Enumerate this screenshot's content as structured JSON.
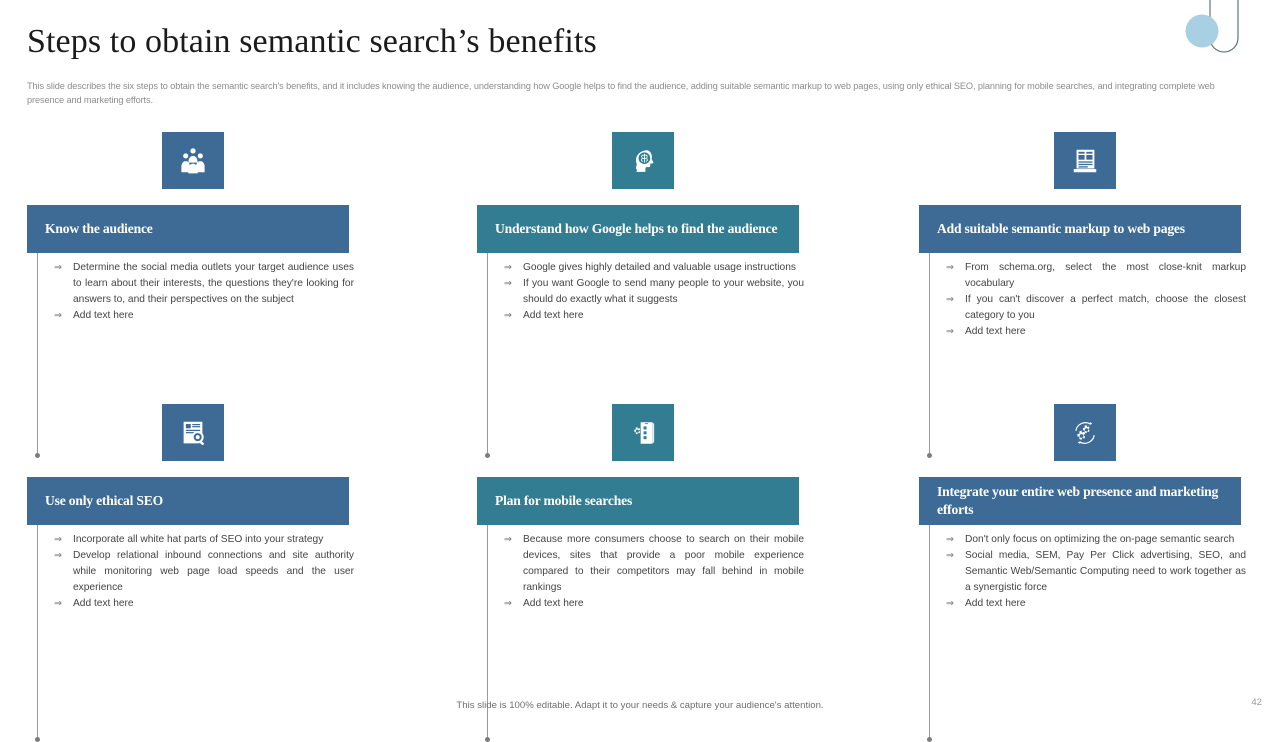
{
  "theme": {
    "blue": "#3d6b96",
    "teal": "#327d91",
    "accent_circle": "#a9cfe3",
    "ornament_stroke": "#4a6b75",
    "title_color": "#1b1b1b",
    "subtitle_color": "#8d8d8d",
    "body_color": "#444444",
    "connector_color": "#9a9a9a"
  },
  "header": {
    "title": "Steps to obtain semantic search’s benefits",
    "subtitle": "This slide describes the six steps to obtain the semantic search's benefits, and it includes knowing the audience, understanding how Google helps to find the audience, adding suitable semantic markup to web pages, using only ethical SEO,  planning for mobile searches, and integrating complete web presence and marketing efforts."
  },
  "bullet_symbol": "⇒",
  "steps": [
    {
      "icon": "people-group-icon",
      "title": "Know the audience",
      "color": "#3d6b96",
      "bullets": [
        "Determine  the social media outlets your target audience uses to learn about their interests, the questions they're looking for answers to, and their perspectives  on the subject",
        "Add text here"
      ]
    },
    {
      "icon": "brain-head-icon",
      "title": "Understand how Google helps to find the audience",
      "color": "#327d91",
      "bullets": [
        "Google gives  highly detailed and valuable  usage instructions",
        "If you want Google to send many people to your website, you should do exactly what it suggests",
        "Add text here"
      ]
    },
    {
      "icon": "web-page-markup-icon",
      "title": "Add suitable semantic markup to web pages",
      "color": "#3d6b96",
      "bullets": [
        "From  schema.org, select the most close-knit markup vocabulary",
        "If you can't discover  a perfect match, choose the closest category to you",
        "Add text here"
      ]
    },
    {
      "icon": "document-search-icon",
      "title": "Use only ethical SEO",
      "color": "#3d6b96",
      "bullets": [
        "Incorporate  all white hat parts of SEO into your strategy",
        "Develop  relational  inbound connections and site authority while  monitoring  web page load speeds and the user experience",
        "Add text here"
      ]
    },
    {
      "icon": "mobile-settings-icon",
      "title": "Plan for mobile searches",
      "color": "#327d91",
      "bullets": [
        "Because more consumers choose to search on their mobile  devices,  sites that provide  a poor mobile  experience  compared  to their competitors may fall behind  in mobile  rankings",
        "Add text here"
      ]
    },
    {
      "icon": "gears-sync-icon",
      "title": "Integrate your entire web presence and marketing efforts",
      "color": "#3d6b96",
      "bullets": [
        "Don't only focus on optimizing the on-page semantic search",
        "Social media, SEM, Pay Per Click advertising,  SEO, and Semantic Web/Semantic Computing  need to work together as a synergistic force",
        "Add text here"
      ]
    }
  ],
  "footer": {
    "note": "This slide is 100% editable. Adapt it to your needs & capture your audience's attention.",
    "page_number": "42"
  }
}
